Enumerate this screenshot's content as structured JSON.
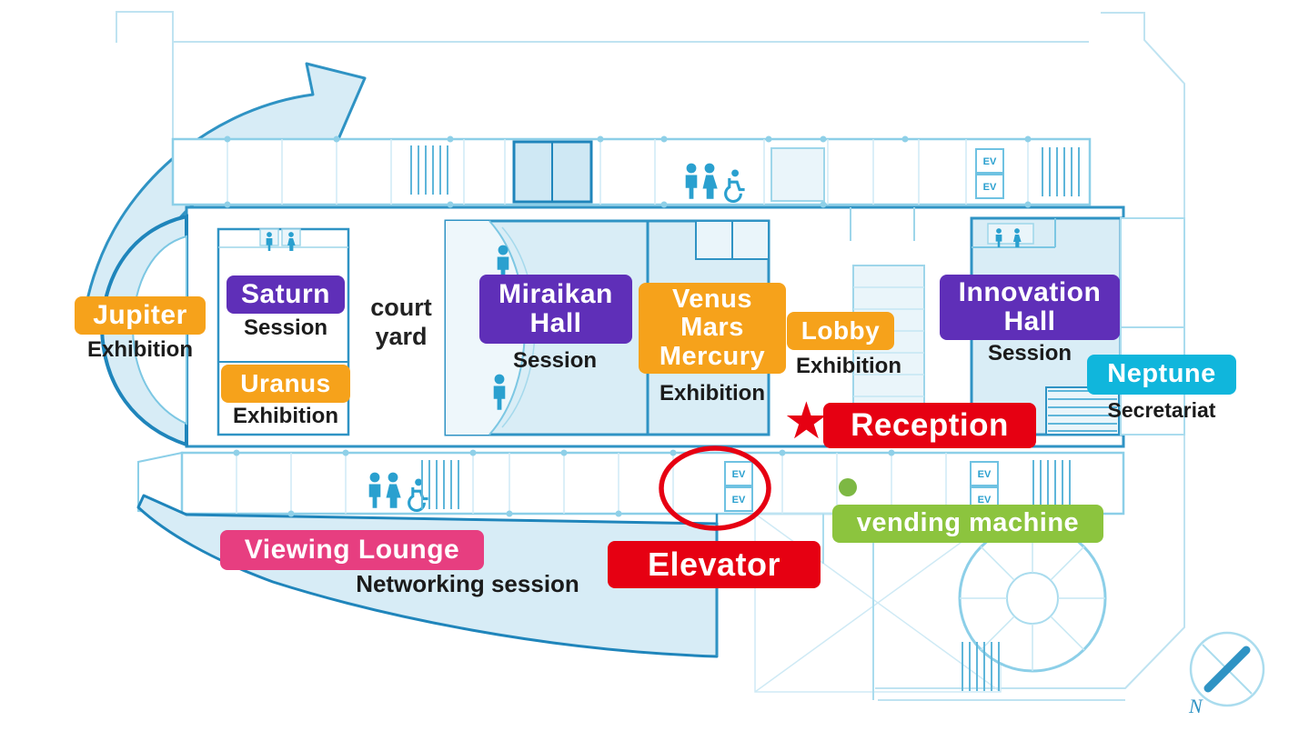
{
  "rooms": {
    "jupiter": {
      "name": "Jupiter",
      "category": "Exhibition"
    },
    "saturn": {
      "name": "Saturn",
      "category": "Session"
    },
    "uranus": {
      "name": "Uranus",
      "category": "Exhibition"
    },
    "courtyard": {
      "line1": "court",
      "line2": "yard"
    },
    "miraikan_hall": {
      "name_line1": "Miraikan",
      "name_line2": "Hall",
      "category": "Session"
    },
    "venus_mars_mercury": {
      "name_line1": "Venus",
      "name_line2": "Mars",
      "name_line3": "Mercury",
      "category": "Exhibition"
    },
    "lobby": {
      "name": "Lobby",
      "category": "Exhibition"
    },
    "innovation_hall": {
      "name_line1": "Innovation",
      "name_line2": "Hall",
      "category": "Session"
    },
    "neptune": {
      "name": "Neptune",
      "category": "Secretariat"
    },
    "viewing_lounge": {
      "name": "Viewing Lounge",
      "category": "Networking session"
    }
  },
  "markers": {
    "reception": {
      "label": "Reception",
      "star_glyph": "★"
    },
    "elevator": {
      "label": "Elevator"
    },
    "vending_machine": {
      "label": "vending machine"
    }
  },
  "map_symbols": {
    "elevator_box": "EV",
    "compass_north": "N"
  },
  "colors": {
    "exhibition_orange": "#f6a21b",
    "session_purple": "#5f2fb8",
    "secretariat_cyan": "#10b6dc",
    "marker_red": "#e60012",
    "lounge_pink": "#e73e80",
    "vending_green": "#8cc43e",
    "plan_line_strong": "#2f93c4",
    "plan_line_dark": "#1f85bb",
    "plan_line_light": "#aadcee",
    "plan_fill": "#d7ecf6"
  }
}
